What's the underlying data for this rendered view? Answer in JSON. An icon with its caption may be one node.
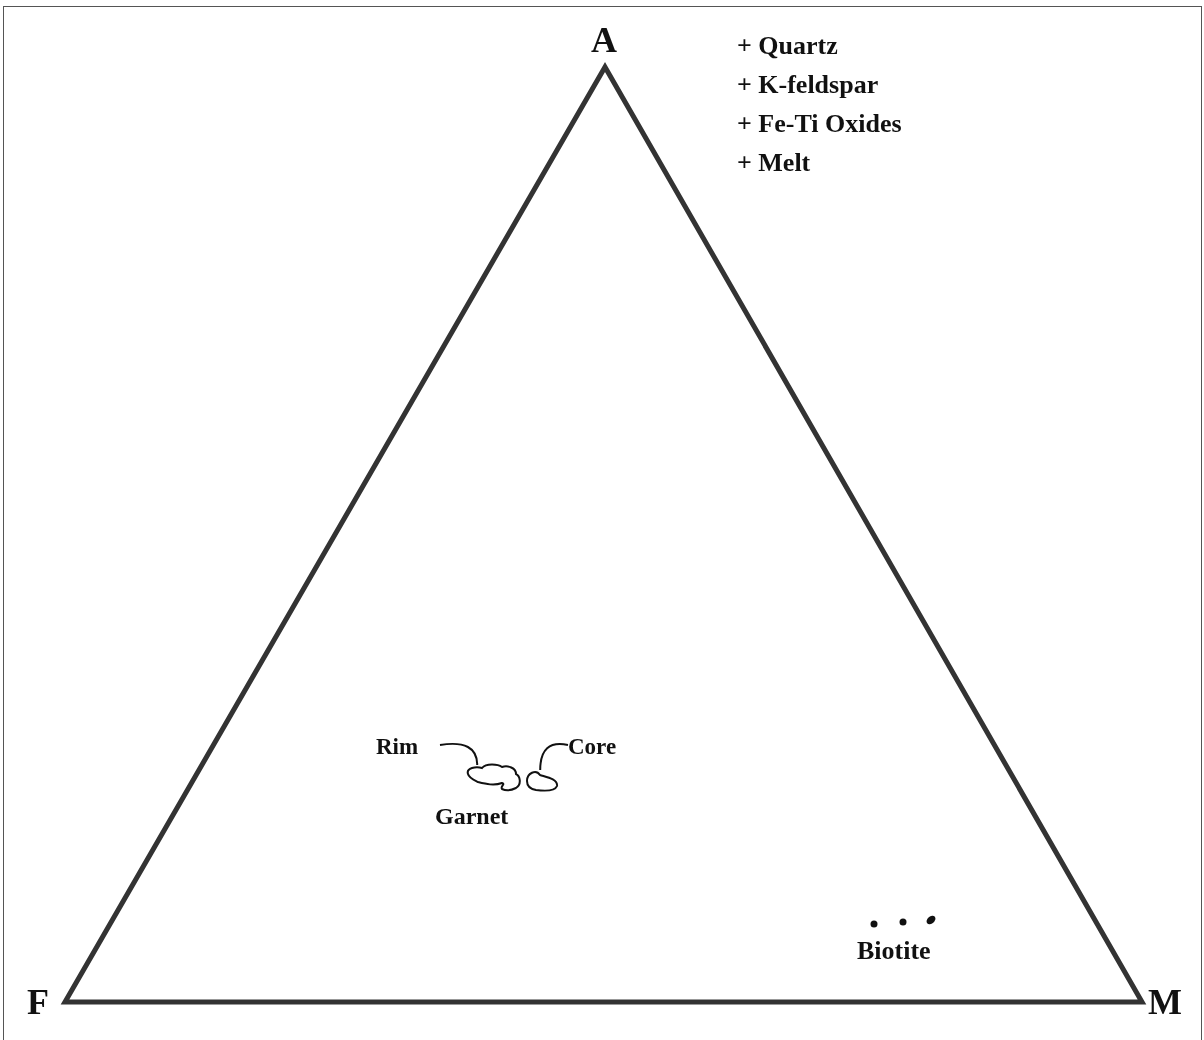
{
  "diagram": {
    "nodes": [
      {
        "text": [
          "Rim"
        ]
      },
      {
        "text": [],
        "shape": "cloud"
      },
      {
        "text": [
          "Core"
        ]
      },
      {
        "text": [],
        "shape": "cloud"
      }
    ],
    "edges": [
      {
        "from": 0,
        "to": 1,
        "arrow": "none"
      },
      {
        "from": 2,
        "to": 3,
        "arrow": "none"
      }
    ],
    "labels": [
      "A",
      "+ Quartz",
      "+ K-feldspar",
      "+ Fe-Ti Oxides",
      "+ Melt",
      "Garnet",
      "Biotite",
      "F",
      "M"
    ]
  }
}
